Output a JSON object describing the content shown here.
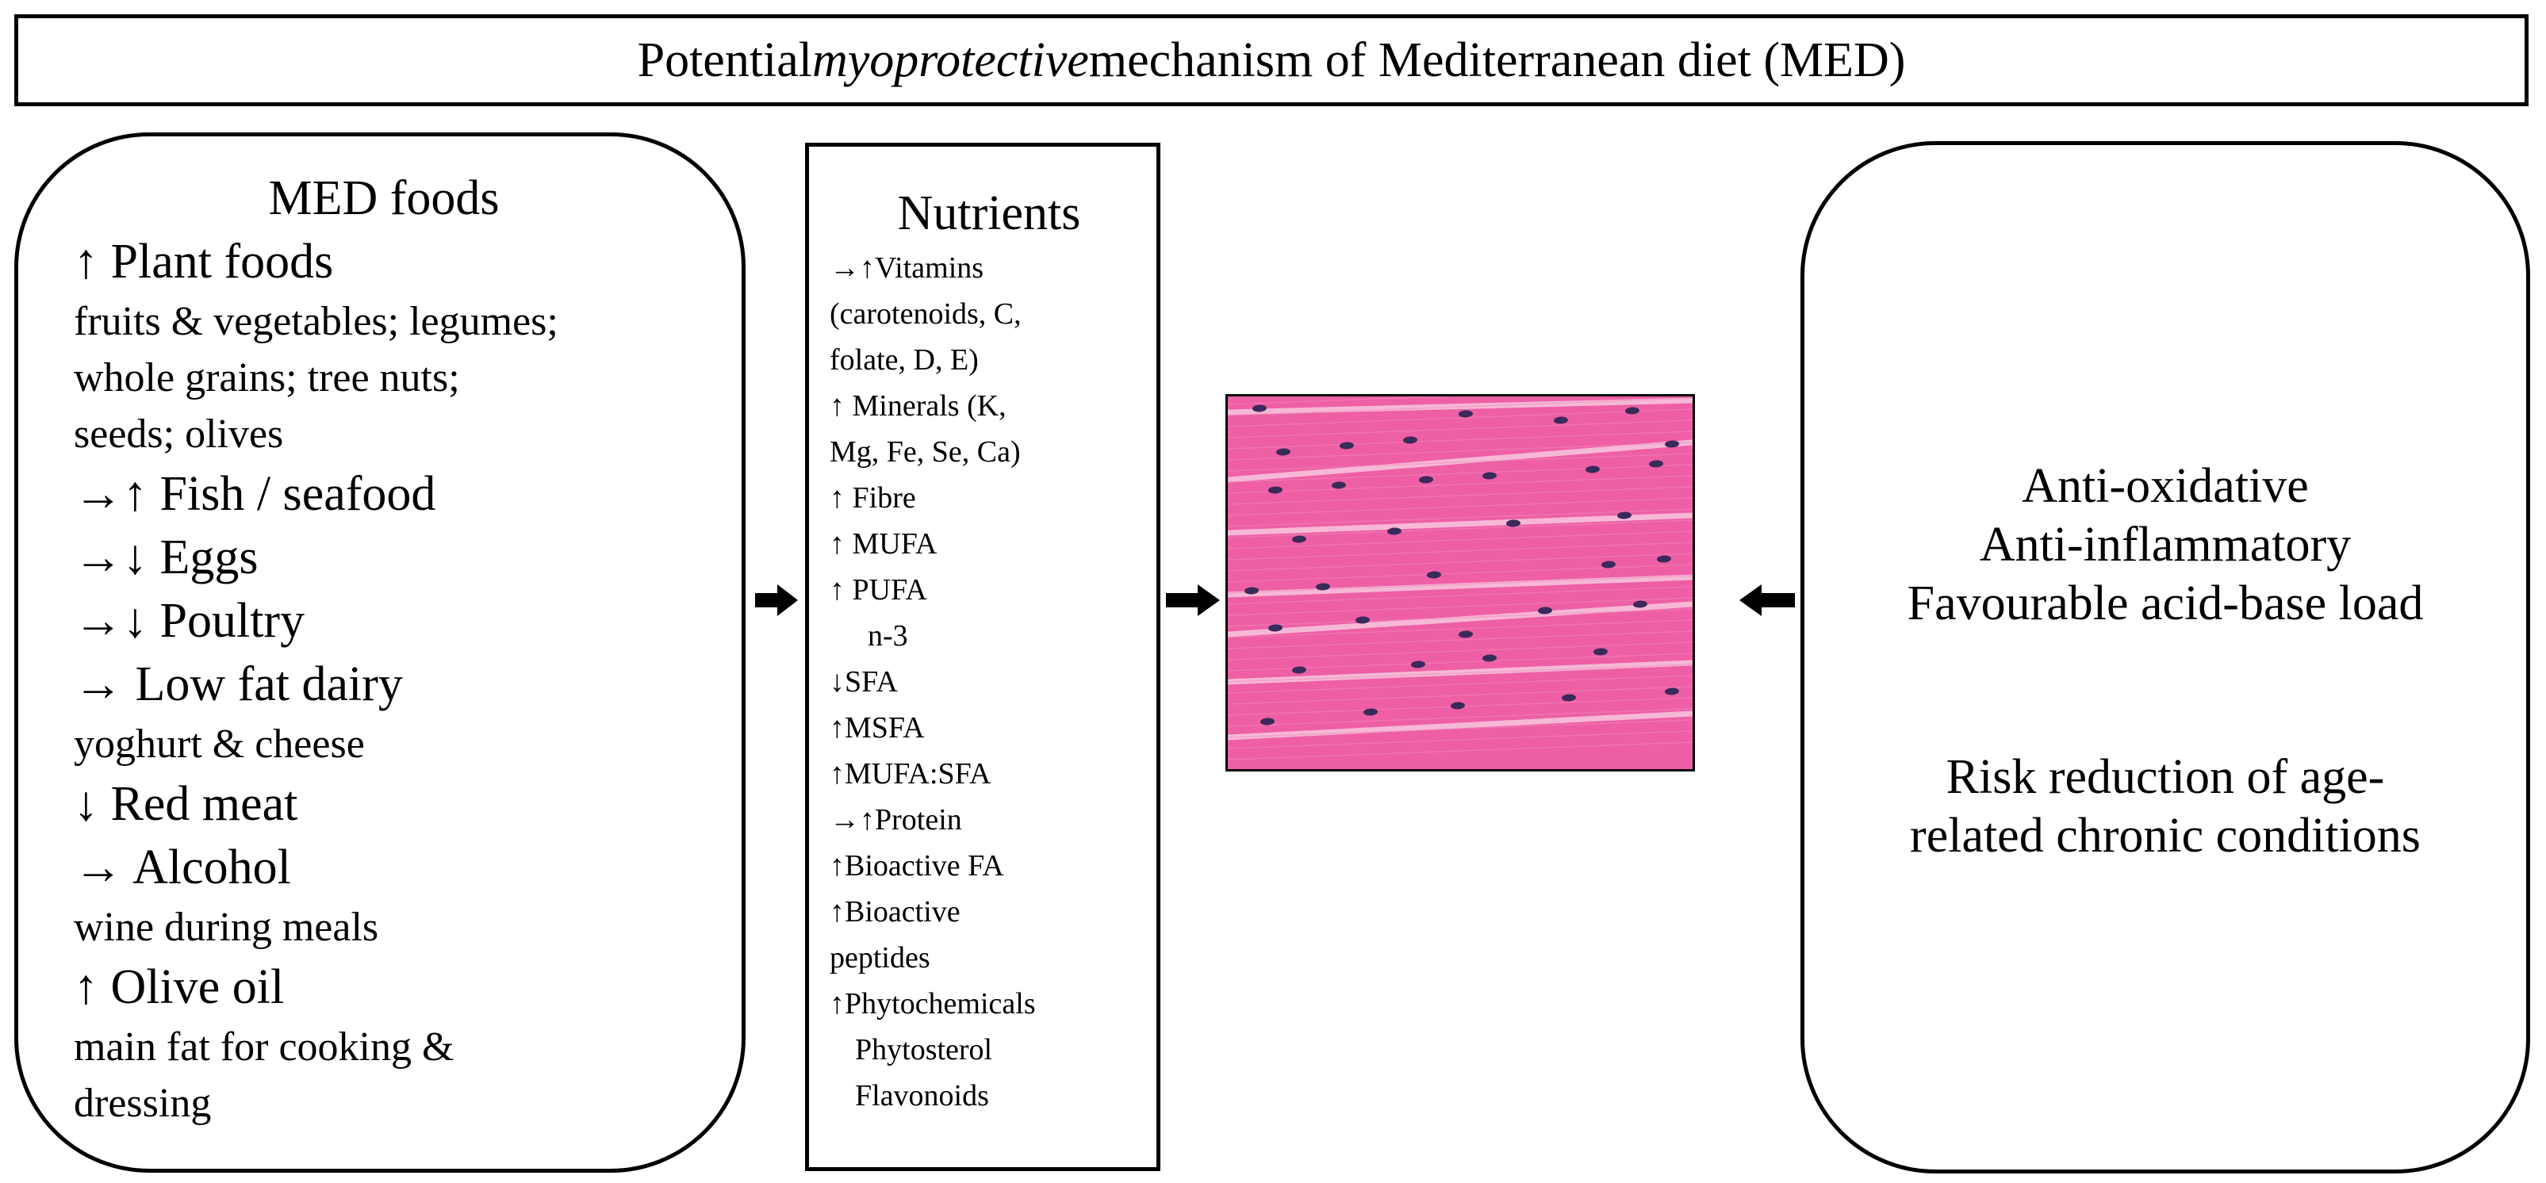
{
  "title": {
    "prefix": "Potential ",
    "italic": "myoprotective",
    "suffix": " mechanism of Mediterranean diet (MED)"
  },
  "foods": {
    "title": "MED foods",
    "lines": [
      {
        "text": "↑ Plant foods",
        "style": "main"
      },
      {
        "text": "fruits & vegetables; legumes;",
        "style": "sub"
      },
      {
        "text": "whole grains; tree nuts;",
        "style": "sub"
      },
      {
        "text": "seeds; olives",
        "style": "sub"
      },
      {
        "text": "→↑ Fish / seafood",
        "style": "main"
      },
      {
        "text": "→↓ Eggs",
        "style": "main"
      },
      {
        "text": "→↓ Poultry",
        "style": "main"
      },
      {
        "text": "→ Low fat dairy",
        "style": "main"
      },
      {
        "text": "yoghurt & cheese",
        "style": "sub"
      },
      {
        "text": "↓ Red meat",
        "style": "main"
      },
      {
        "text": "→ Alcohol",
        "style": "main"
      },
      {
        "text": "wine during meals",
        "style": "sub"
      },
      {
        "text": "↑ Olive oil",
        "style": "main"
      },
      {
        "text": "main fat for cooking &",
        "style": "sub"
      },
      {
        "text": "dressing",
        "style": "sub"
      }
    ]
  },
  "nutrients": {
    "title": "Nutrients",
    "lines": [
      {
        "text": "→↑Vitamins",
        "indent": 0
      },
      {
        "text": "(carotenoids, C,",
        "indent": 0
      },
      {
        "text": "folate, D, E)",
        "indent": 0
      },
      {
        "text": "↑ Minerals (K,",
        "indent": 0
      },
      {
        "text": "Mg, Fe, Se, Ca)",
        "indent": 0
      },
      {
        "text": "↑ Fibre",
        "indent": 0
      },
      {
        "text": "↑ MUFA",
        "indent": 0
      },
      {
        "text": "↑ PUFA",
        "indent": 0
      },
      {
        "text": "n-3",
        "indent": 2
      },
      {
        "text": "↓SFA",
        "indent": 0
      },
      {
        "text": "↑MSFA",
        "indent": 0
      },
      {
        "text": "↑MUFA:SFA",
        "indent": 0
      },
      {
        "text": "→↑Protein",
        "indent": 0
      },
      {
        "text": "↑Bioactive FA",
        "indent": 0
      },
      {
        "text": "↑Bioactive",
        "indent": 0
      },
      {
        "text": "peptides",
        "indent": 0
      },
      {
        "text": "↑Phytochemicals",
        "indent": 0
      },
      {
        "text": "Phytosterol",
        "indent": 1
      },
      {
        "text": "Flavonoids",
        "indent": 1
      }
    ]
  },
  "effects": {
    "line1": "Anti-oxidative",
    "line2": "Anti-inflammatory",
    "line3": "Favourable acid-base load",
    "line4": "Risk reduction of age-",
    "line5": "related chronic conditions"
  },
  "colors": {
    "muscle_base": "#ee5fa6",
    "muscle_light": "#f6b8d6",
    "muscle_nuclei": "#3a2a5a",
    "stroke": "#000000"
  },
  "icons": {
    "arrow_foods_to_nutrients": "arrow-right-icon",
    "arrow_nutrients_to_muscle": "arrow-right-icon",
    "arrow_effects_to_muscle": "arrow-left-icon"
  }
}
